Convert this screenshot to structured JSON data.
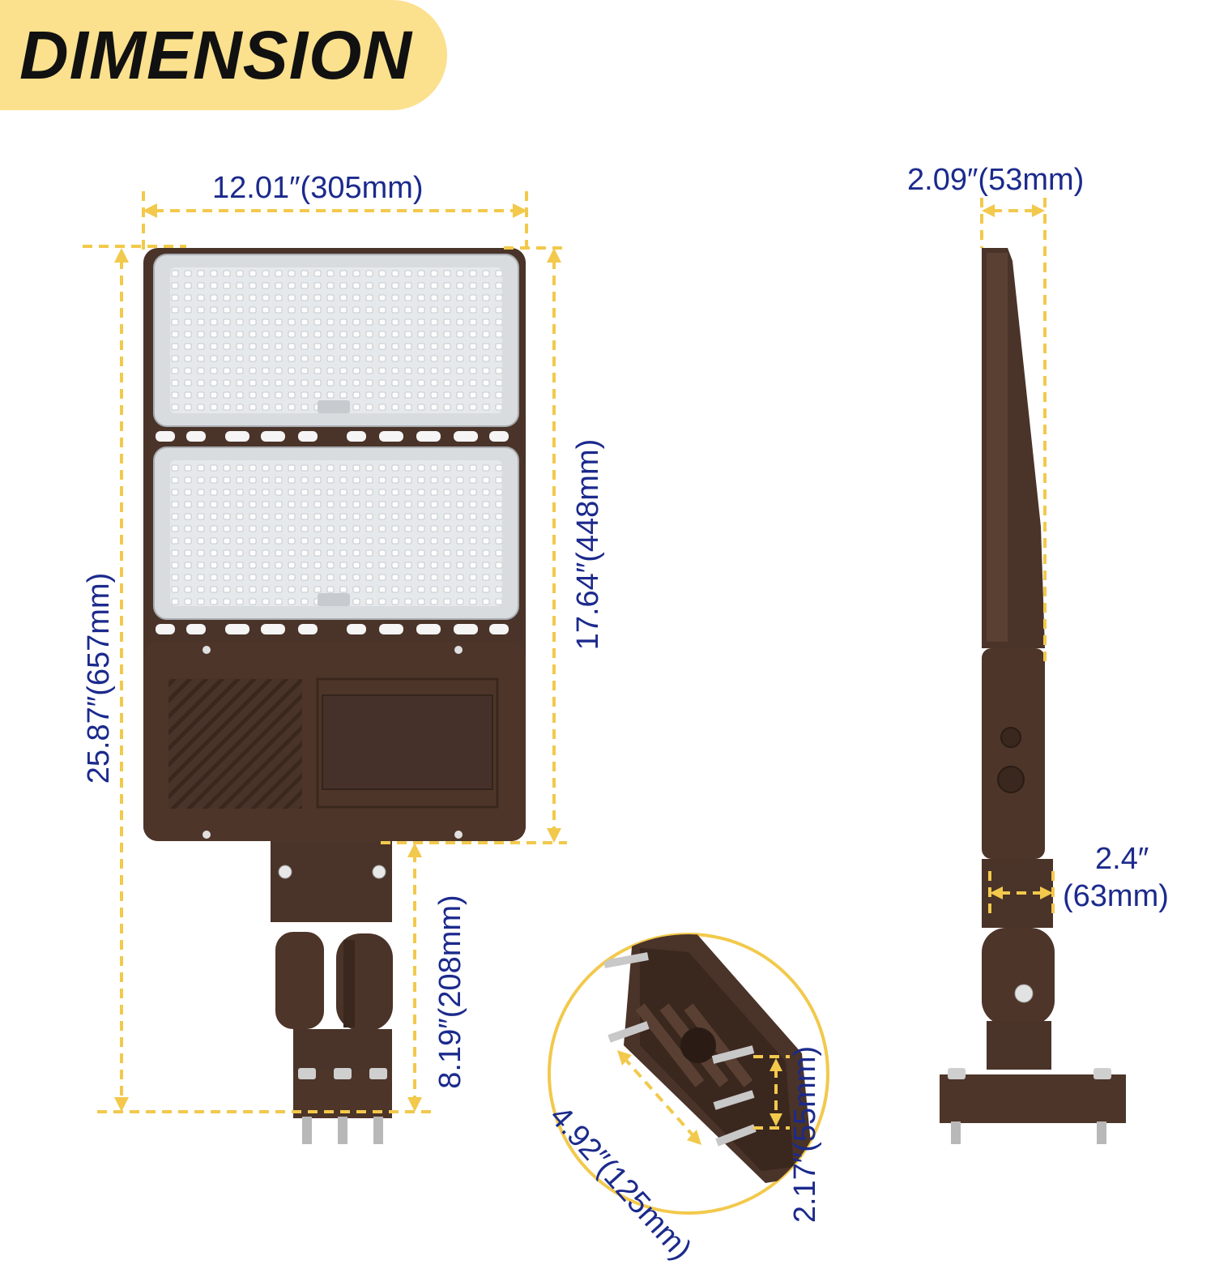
{
  "title": "DIMENSION",
  "dimensions": {
    "width_front": "12.01″(305mm)",
    "height_total": "25.87″(657mm)",
    "height_housing": "17.64″(448mm)",
    "height_bracket": "8.19″(208mm)",
    "depth_side": "2.09″(53mm)",
    "bracket_depth_in": "2.4″",
    "bracket_depth_mm": "(63mm)",
    "mount_length": "4.92″(125mm)",
    "mount_width": "2.17″(55mm)"
  },
  "colors": {
    "banner": "#fbe08e",
    "dimension_line": "#f2c94c",
    "dimension_text": "#1b2a8c",
    "housing": "#4a3328",
    "led_panel": "#e9ecef"
  },
  "icons": {
    "front_view": "shoebox-light-front-icon",
    "side_view": "shoebox-light-side-icon",
    "mount_detail": "slip-fitter-bracket-icon"
  }
}
